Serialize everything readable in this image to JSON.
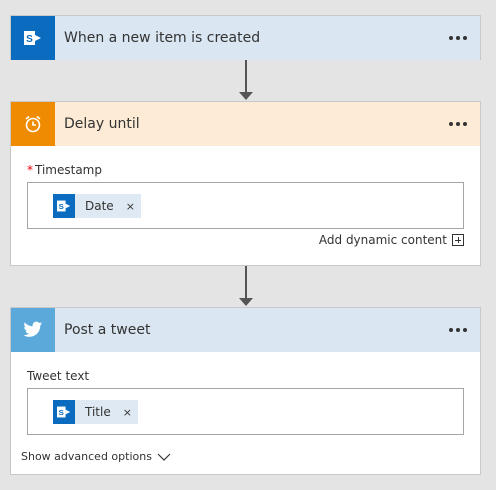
{
  "trigger": {
    "title": "When a new item is created",
    "icon": "sharepoint-icon",
    "header_bg": "#dae6f2",
    "icon_bg": "#0b6bbf"
  },
  "delay": {
    "title": "Delay until",
    "icon": "alarm-clock-icon",
    "header_bg": "#fdebd6",
    "icon_bg": "#ef8b00",
    "field_label": "Timestamp",
    "required_marker": "*",
    "token_label": "Date",
    "token_remove": "×",
    "dynamic_content_label": "Add dynamic content"
  },
  "tweet": {
    "title": "Post a tweet",
    "icon": "twitter-bird-icon",
    "header_bg": "#dae6f2",
    "icon_bg": "#5ba9db",
    "field_label": "Tweet text",
    "token_label": "Title",
    "token_remove": "×",
    "advanced_label": "Show advanced options"
  }
}
